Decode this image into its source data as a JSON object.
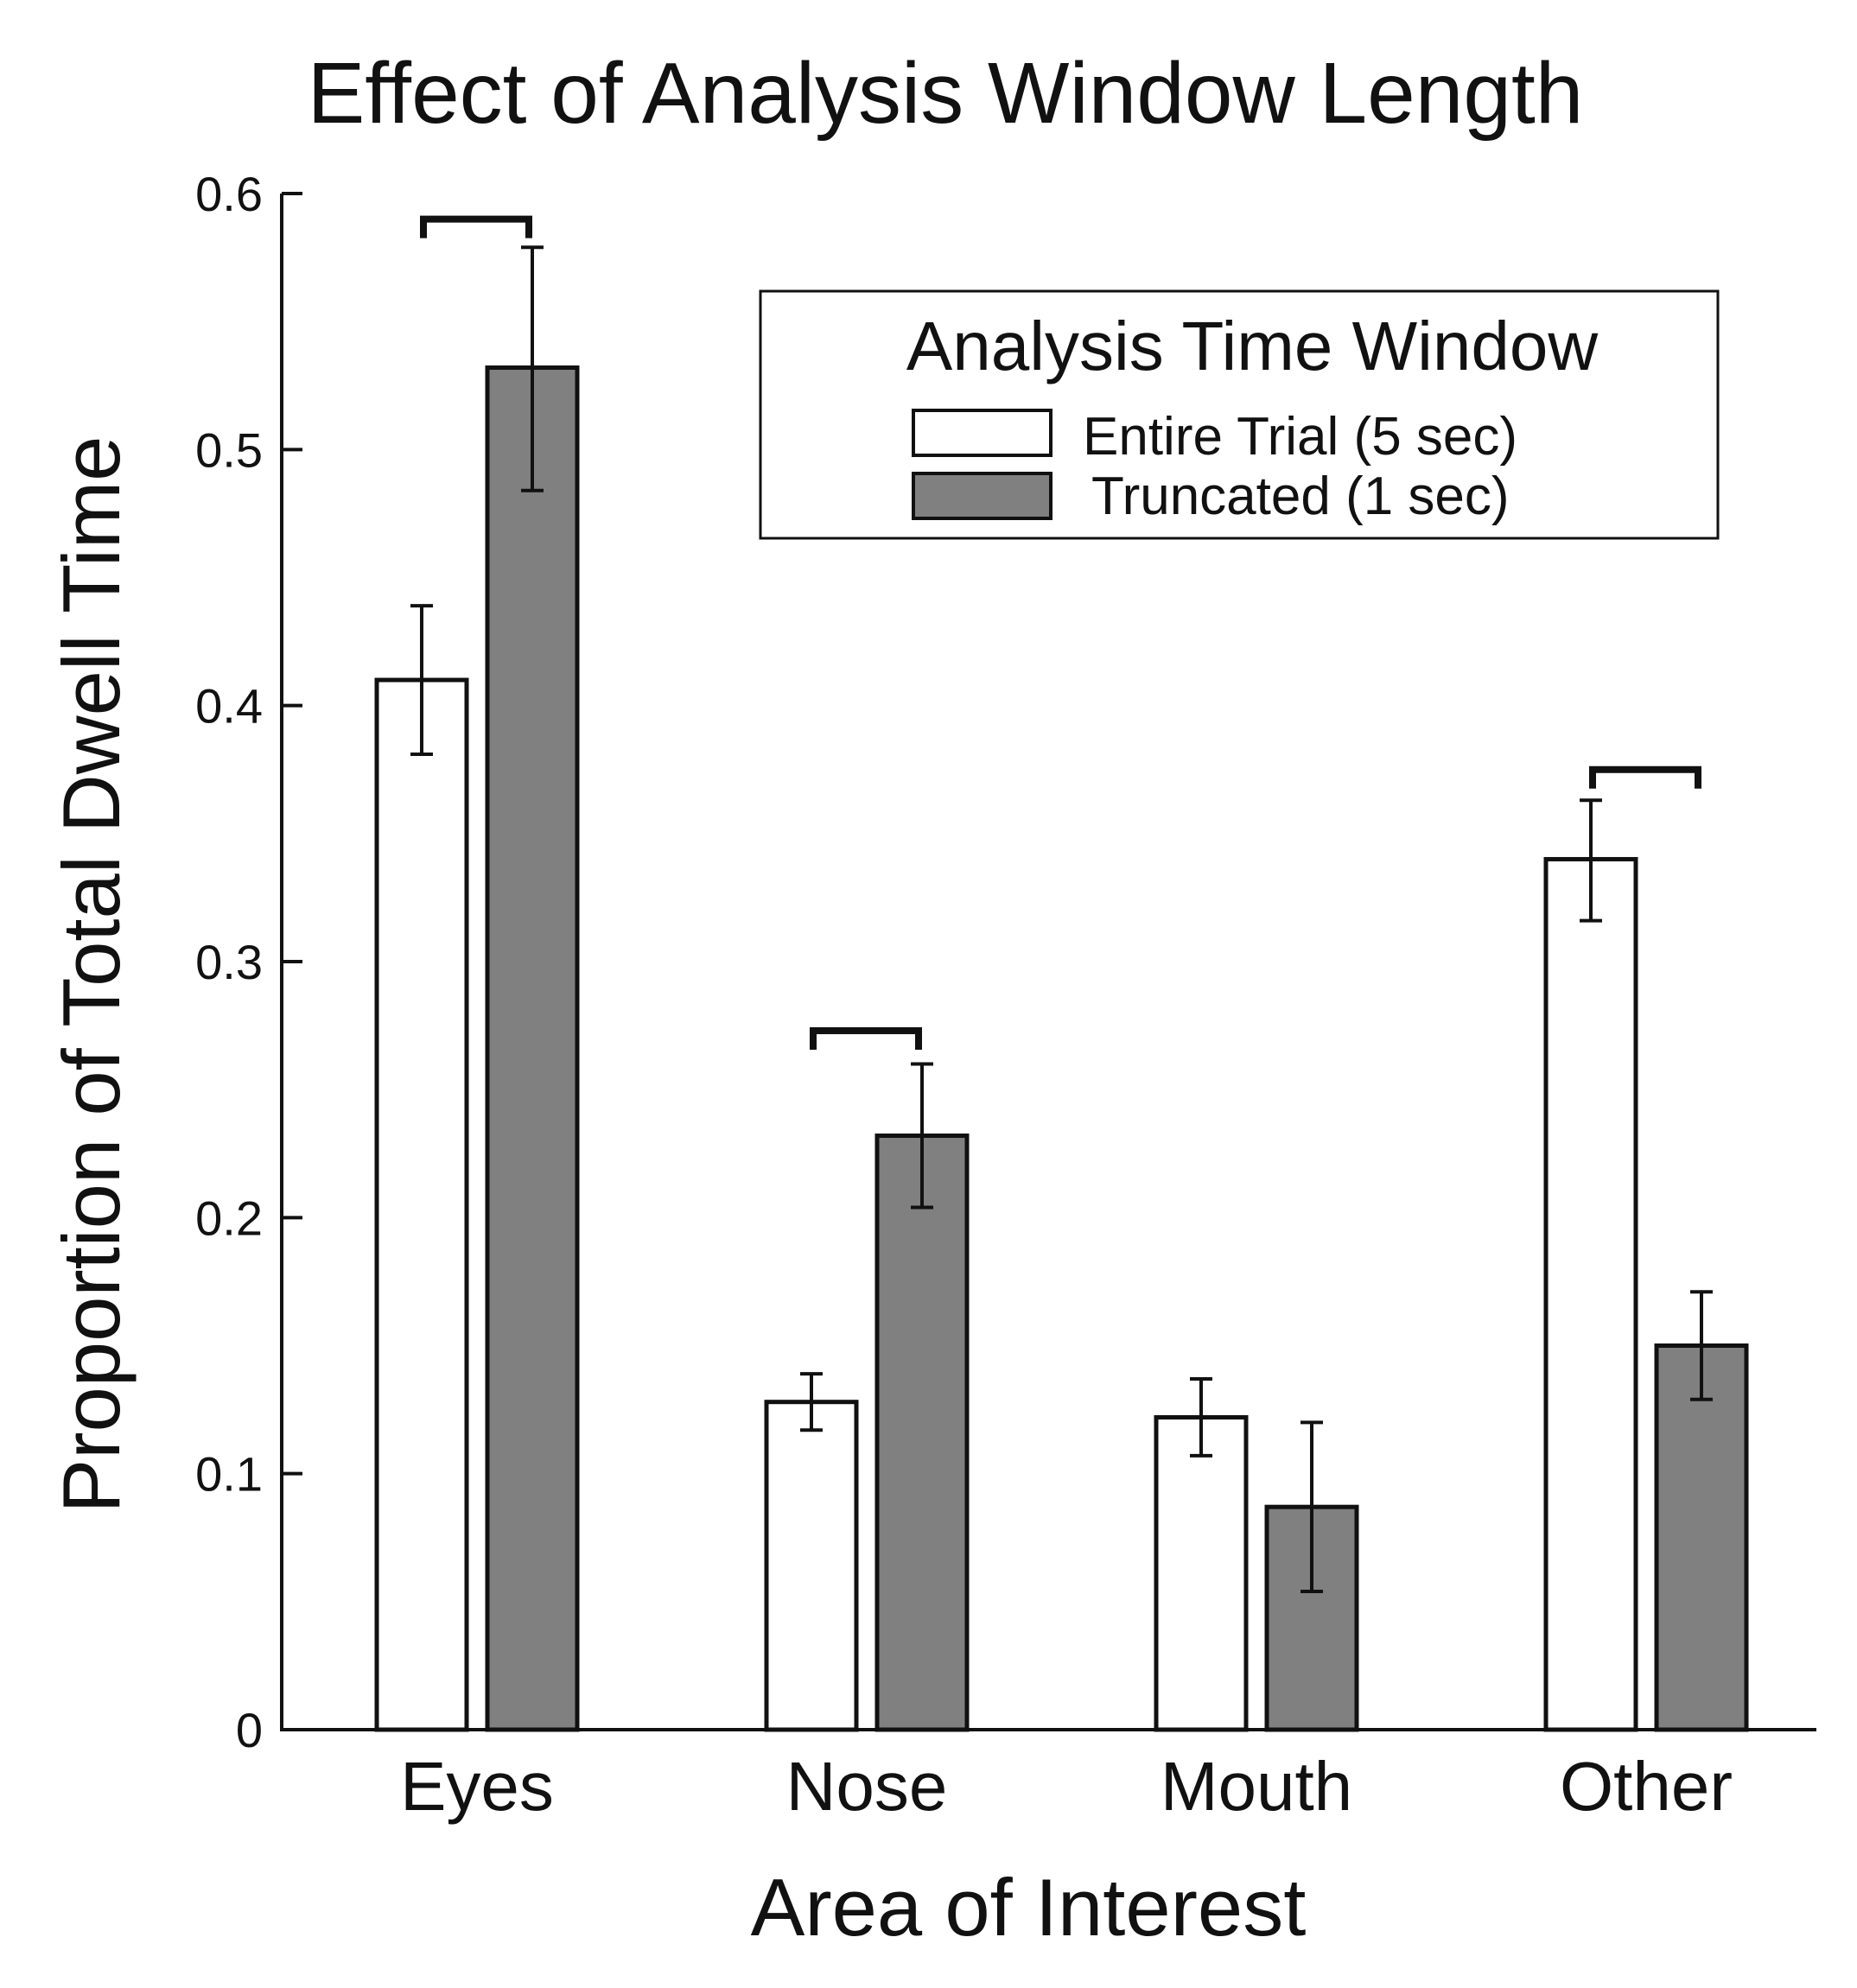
{
  "chart_data": {
    "type": "bar",
    "title": "Effect of Analysis Window Length",
    "xlabel": "Area of Interest",
    "ylabel": "Proportion of Total Dwell Time",
    "categories": [
      "Eyes",
      "Nose",
      "Mouth",
      "Other"
    ],
    "ylim": [
      0,
      0.6
    ],
    "yticks": [
      0,
      0.1,
      0.2,
      0.3,
      0.4,
      0.5,
      0.6
    ],
    "ytick_labels": [
      "0",
      "0.1",
      "0.2",
      "0.3",
      "0.4",
      "0.5",
      "0.6"
    ],
    "series": [
      {
        "name": "Entire Trial (5 sec)",
        "color": "#ffffff",
        "values": [
          0.41,
          0.128,
          0.122,
          0.34
        ],
        "error_low": [
          0.381,
          0.117,
          0.107,
          0.316
        ],
        "error_high": [
          0.439,
          0.139,
          0.137,
          0.363
        ]
      },
      {
        "name": "Truncated (1 sec)",
        "color": "#808080",
        "values": [
          0.532,
          0.232,
          0.087,
          0.15
        ],
        "error_low": [
          0.484,
          0.204,
          0.054,
          0.129
        ],
        "error_high": [
          0.579,
          0.26,
          0.12,
          0.171
        ]
      }
    ],
    "significance_brackets": [
      {
        "category": "Eyes",
        "y": 0.59
      },
      {
        "category": "Nose",
        "y": 0.273
      },
      {
        "category": "Other",
        "y": 0.375
      }
    ],
    "legend": {
      "title": "Analysis Time Window",
      "position": "top-right"
    },
    "grid": false
  }
}
